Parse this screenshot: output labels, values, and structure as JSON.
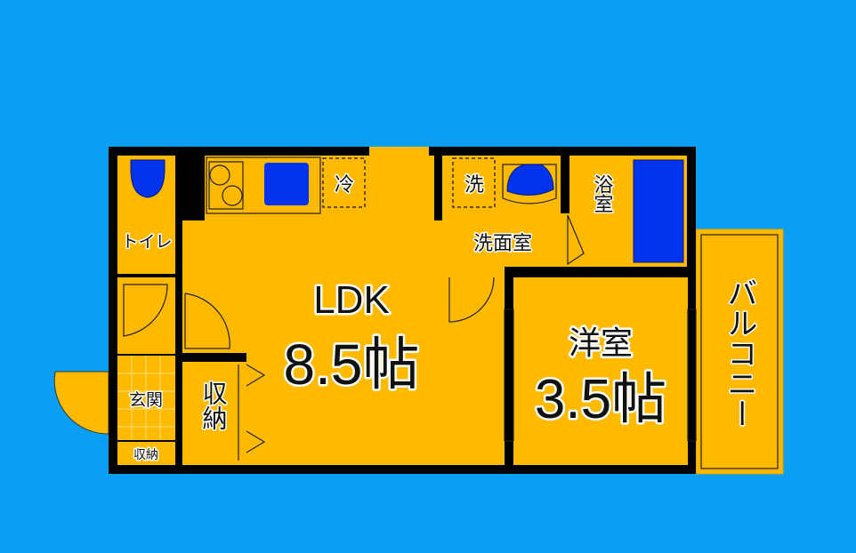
{
  "colors": {
    "background": "#0a9ff2",
    "floor": "#ffba00",
    "wall": "#000000",
    "fixture": "#0033ee"
  },
  "rooms": {
    "toilet": "トイレ",
    "ldk_name": "LDK",
    "ldk_size": "8.5帖",
    "fridge": "冷",
    "washer": "洗",
    "washroom": "洗面室",
    "bath": "浴室",
    "western_name": "洋室",
    "western_size": "3.5帖",
    "balcony": "バルコニー",
    "entrance": "玄関",
    "entrance_storage": "収納",
    "closet": "収納"
  }
}
